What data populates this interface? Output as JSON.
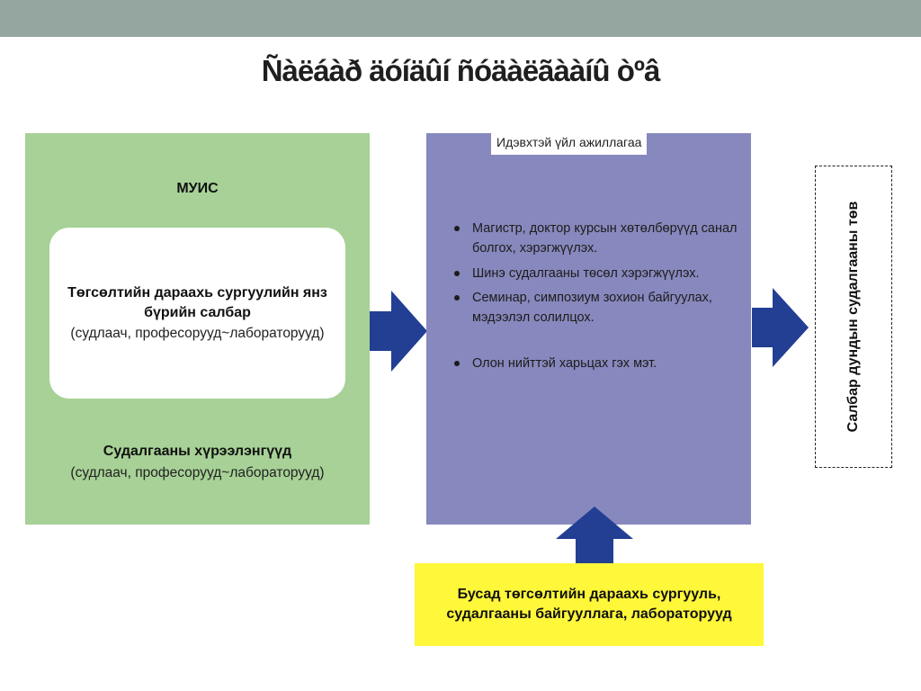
{
  "slide": {
    "title": "Ñàëáàð äóíäûí ñóäàëãààíû òºâ"
  },
  "left_box": {
    "heading": "МУИС",
    "card_title": "Төгсөлтийн дараахь сургуулийн янз бүрийн салбар",
    "card_sub": "(судлаач, професорууд~лабораторууд)",
    "bottom_title": "Судалгааны хүрээлэнгүүд",
    "bottom_sub": "(судлаач, професорууд~лабораторууд)"
  },
  "center_box": {
    "label": "Идэвхтэй үйл ажиллагаа",
    "items": [
      "Магистр, доктор курсын хөтөлбөрүүд санал болгох, хэрэгжүүлэх.",
      "Шинэ судалгааны төсөл хэрэгжүүлэх.",
      "Семинар, симпозиум зохион байгуулах, мэдээлэл солилцох.",
      "Олон нийттэй харьцах гэх мэт."
    ]
  },
  "right_box": {
    "text": "Салбар дундын судалгааны төв"
  },
  "bottom_box": {
    "text": "Бусад төгсөлтийн дараахь сургууль, судалгааны байгууллага, лабораторууд"
  },
  "colors": {
    "top_bar": "#95a59f",
    "green": "#a7d196",
    "purple": "#8788bd",
    "yellow": "#fef73a",
    "arrow": "#223f94"
  },
  "icons": [
    "arrow-right-icon",
    "arrow-right-icon",
    "arrow-up-icon"
  ]
}
